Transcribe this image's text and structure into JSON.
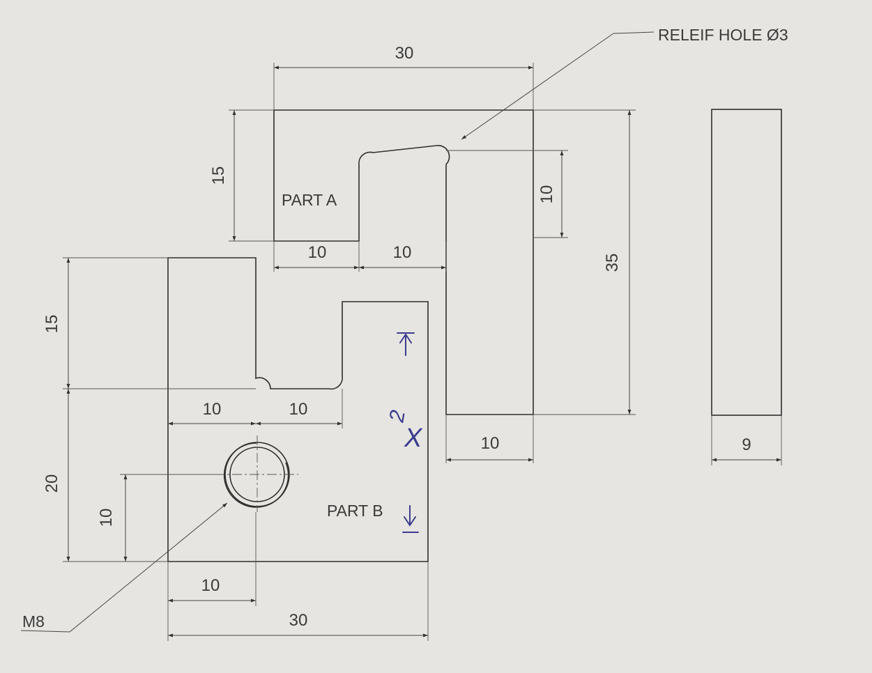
{
  "colors": {
    "paper": "#e6e5e1",
    "line": "#2e2e2e",
    "annotation_ink": "#3b3a8f"
  },
  "part_a": {
    "label": "PART A",
    "dim_width": "30",
    "dim_height": "15",
    "dim_slot_left": "10",
    "dim_slot_width": "10",
    "dim_slot_depth": "10",
    "dim_total_height": "35",
    "dim_side_width": "10"
  },
  "relief_hole": {
    "label": "RELEIF HOLE Ø3"
  },
  "part_b": {
    "label": "PART B",
    "dim_upper_height": "15",
    "dim_lower_height": "20",
    "dim_hole_height": "10",
    "dim_slot_left": "10",
    "dim_slot_width": "10",
    "dim_hole_offset": "10",
    "dim_width": "30",
    "thread_label": "M8"
  },
  "side_view": {
    "dim_thickness": "9"
  },
  "handwritten": {
    "quantity": "2",
    "mark": "X"
  }
}
